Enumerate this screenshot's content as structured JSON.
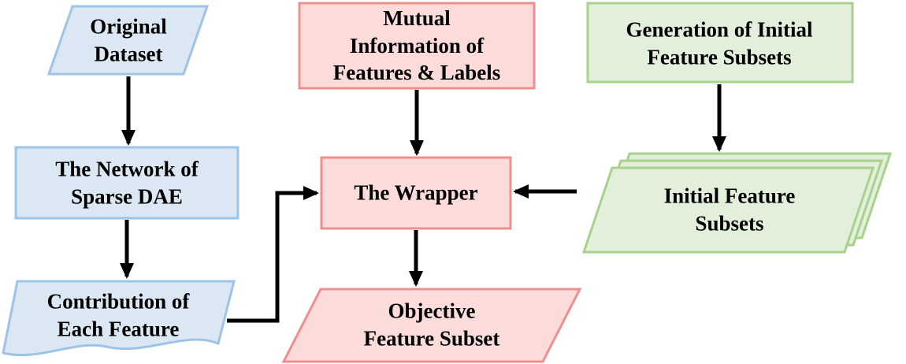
{
  "diagram_type": "flowchart",
  "nodes": {
    "original_dataset": {
      "label": "Original\nDataset",
      "shape": "parallelogram",
      "color_scheme": "blue"
    },
    "mutual_information": {
      "label": "Mutual\nInformation of\nFeatures & Labels",
      "shape": "rectangle",
      "color_scheme": "pink"
    },
    "generation_initial": {
      "label": "Generation of Initial\nFeature Subsets",
      "shape": "rectangle",
      "color_scheme": "green"
    },
    "sparse_dae": {
      "label": "The Network of\nSparse DAE",
      "shape": "rectangle",
      "color_scheme": "blue"
    },
    "wrapper": {
      "label": "The Wrapper",
      "shape": "rectangle",
      "color_scheme": "pink"
    },
    "initial_subsets": {
      "label": "Initial Feature\nSubsets",
      "shape": "stacked-parallelograms",
      "color_scheme": "green"
    },
    "contribution": {
      "label": "Contribution of\nEach Feature",
      "shape": "wavy-bottom-document",
      "color_scheme": "blue"
    },
    "objective_subset": {
      "label": "Objective\nFeature Subset",
      "shape": "parallelogram",
      "color_scheme": "pink"
    }
  },
  "edges": [
    {
      "from": "original_dataset",
      "to": "sparse_dae",
      "direction": "down"
    },
    {
      "from": "sparse_dae",
      "to": "contribution",
      "direction": "down"
    },
    {
      "from": "contribution",
      "to": "wrapper",
      "direction": "elbow-right-up-right"
    },
    {
      "from": "mutual_information",
      "to": "wrapper",
      "direction": "down"
    },
    {
      "from": "generation_initial",
      "to": "initial_subsets",
      "direction": "down"
    },
    {
      "from": "initial_subsets",
      "to": "wrapper",
      "direction": "left"
    },
    {
      "from": "wrapper",
      "to": "objective_subset",
      "direction": "down"
    }
  ],
  "colors": {
    "blue_fill": "#dbe7f3",
    "blue_border": "#9dc3e6",
    "pink_fill": "#fbdcdb",
    "pink_border": "#f08e8d",
    "green_fill": "#e2efda",
    "green_border": "#a9d18e",
    "arrow": "#000000",
    "background": "#ffffff",
    "text": "#000000"
  }
}
